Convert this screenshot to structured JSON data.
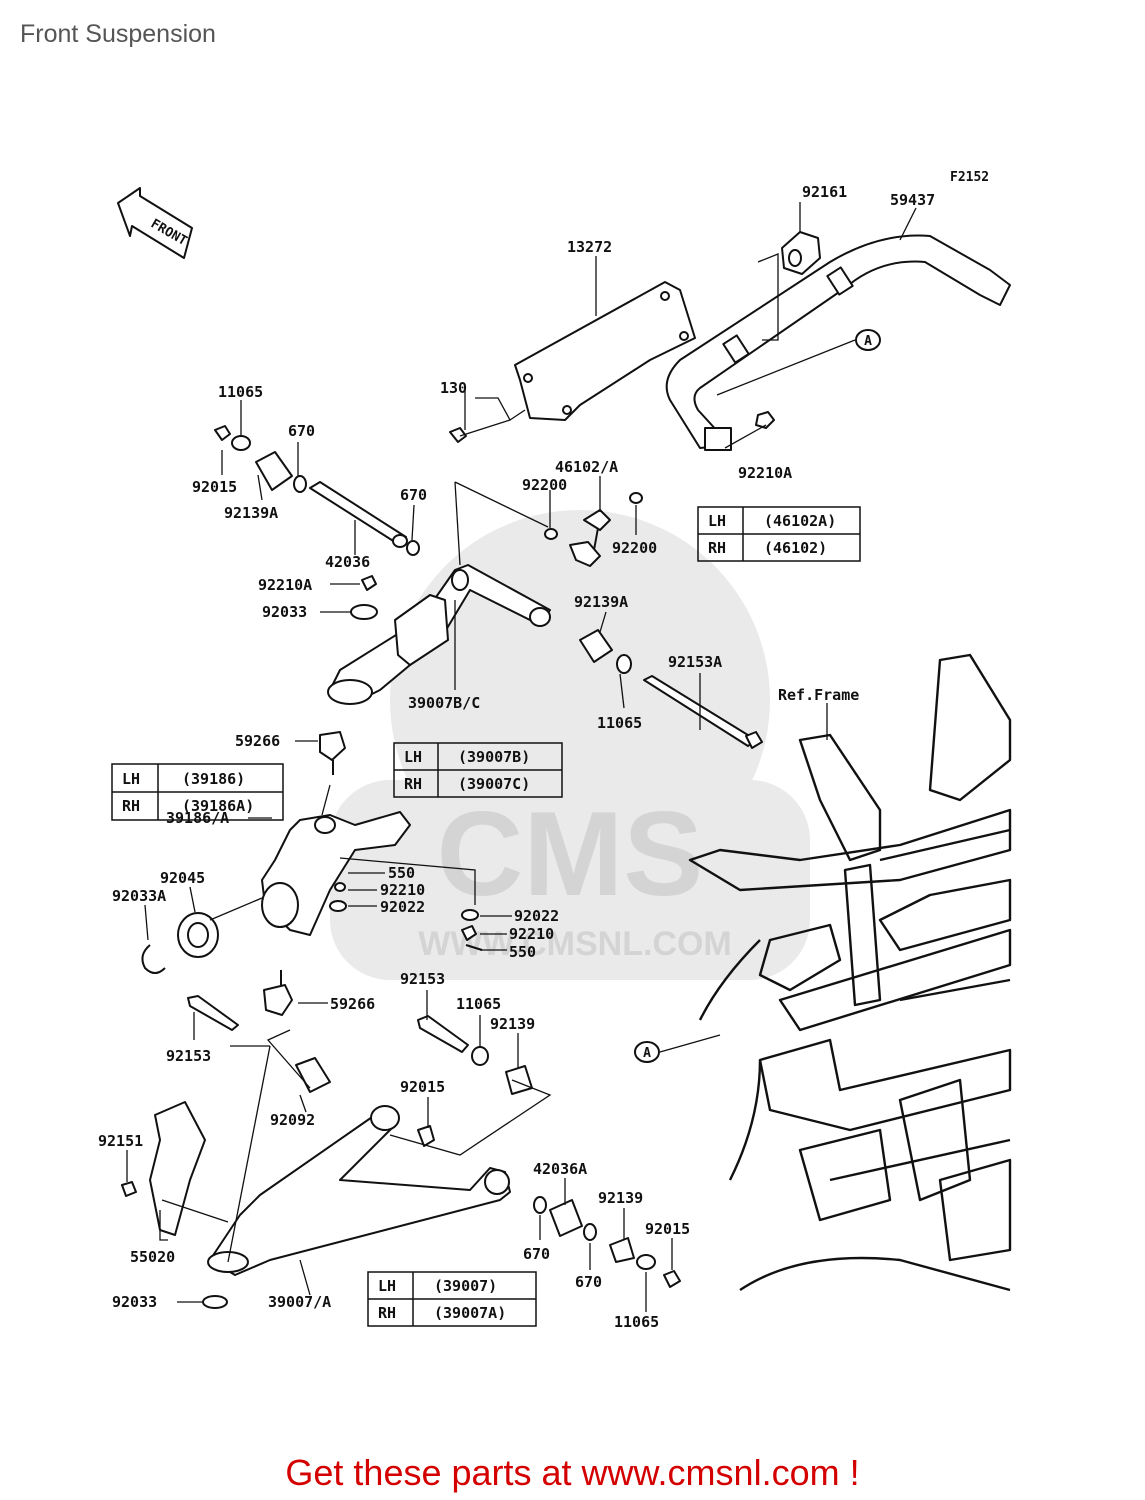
{
  "page": {
    "title": "Front Suspension"
  },
  "diagram": {
    "figure_code": "F2152",
    "front_arrow": "FRONT",
    "ref_frame": "Ref.Frame",
    "callout_letter": "A",
    "watermark_brand": "CMS",
    "watermark_url": "WWW.CMSNL.COM",
    "labels": {
      "p92161": "92161",
      "p59437": "59437",
      "p13272": "13272",
      "p11065a": "11065",
      "p670a": "670",
      "p130": "130",
      "p46102": "46102/A",
      "p92200a": "92200",
      "p92200b": "92200",
      "p92210a_top": "92210A",
      "p92015a": "92015",
      "p92139a_top": "92139A",
      "p670b": "670",
      "p42036": "42036",
      "p92210a_mid": "92210A",
      "p92033": "92033",
      "p92139a_mid": "92139A",
      "p92153a": "92153A",
      "p39007bc": "39007B/C",
      "p11065b": "11065",
      "p59266a": "59266",
      "p39186": "39186/A",
      "p92045": "92045",
      "p92033a": "92033A",
      "p550a": "550",
      "p92210a": "92210",
      "p92022a": "92022",
      "p92022b": "92022",
      "p92210b": "92210",
      "p550b": "550",
      "p92153a_lower": "92153",
      "p59266b": "59266",
      "p11065c": "11065",
      "p92153b": "92153",
      "p92139": "92139",
      "p92092": "92092",
      "p92015b": "92015",
      "p92151": "92151",
      "p42036a": "42036A",
      "p92139b": "92139",
      "p92015c": "92015",
      "p55020": "55020",
      "p670c": "670",
      "p670d": "670",
      "p92033b": "92033",
      "p39007a": "39007/A",
      "p11065d": "11065"
    },
    "tables": {
      "t46102": {
        "rows": [
          [
            "LH",
            "(46102A)"
          ],
          [
            "RH",
            "(46102)"
          ]
        ]
      },
      "t39007bc": {
        "rows": [
          [
            "LH",
            "(39007B)"
          ],
          [
            "RH",
            "(39007C)"
          ]
        ]
      },
      "t39186": {
        "rows": [
          [
            "LH",
            "(39186)"
          ],
          [
            "RH",
            "(39186A)"
          ]
        ]
      },
      "t39007": {
        "rows": [
          [
            "LH",
            "(39007)"
          ],
          [
            "RH",
            "(39007A)"
          ]
        ]
      }
    }
  },
  "footer": {
    "text": "Get these parts at www.cmsnl.com !",
    "color": "#d40000"
  }
}
